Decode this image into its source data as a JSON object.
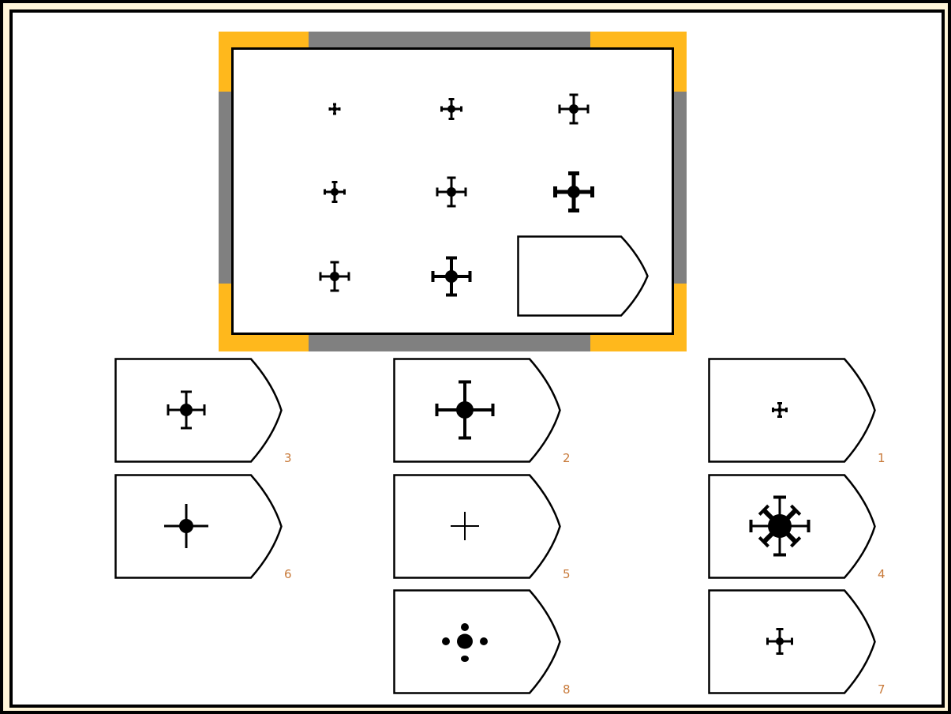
{
  "colors": {
    "matrix_border_gray": "#808080",
    "matrix_corner_orange": "#ffb81c",
    "figure_ink": "#000000",
    "option_number": "#c87a3a",
    "frame_cream": "#fff5d8"
  },
  "matrix": {
    "rows": 3,
    "columns": 3,
    "cells": [
      {
        "figure": "cross-icon",
        "arm": 12,
        "bar": 4,
        "stroke": 3,
        "dot": 3
      },
      {
        "figure": "cross-icon",
        "arm": 25,
        "bar": 7,
        "stroke": 3,
        "dot": 5
      },
      {
        "figure": "cross-icon",
        "arm": 36,
        "bar": 11,
        "stroke": 3,
        "dot": 6
      },
      {
        "figure": "cross-icon",
        "arm": 25,
        "bar": 7,
        "stroke": 3,
        "dot": 5
      },
      {
        "figure": "cross-icon",
        "arm": 36,
        "bar": 11,
        "stroke": 3,
        "dot": 6
      },
      {
        "figure": "cross-icon",
        "arm": 47,
        "bar": 14,
        "stroke": 5,
        "dot": 8
      },
      {
        "figure": "cross-icon",
        "arm": 36,
        "bar": 11,
        "stroke": 3,
        "dot": 6
      },
      {
        "figure": "cross-icon",
        "arm": 47,
        "bar": 14,
        "stroke": 4,
        "dot": 8
      },
      {
        "figure": "blank-answer-slot",
        "empty": true
      }
    ]
  },
  "options": [
    {
      "number": "3",
      "figure": "cross-icon",
      "arm": 46,
      "bar": 14,
      "stroke": 3,
      "dot": 8
    },
    {
      "number": "2",
      "figure": "cross-icon",
      "arm": 71,
      "bar": 16,
      "stroke": 4,
      "dot": 11
    },
    {
      "number": "1",
      "figure": "cross-icon",
      "arm": 17,
      "bar": 6,
      "stroke": 3,
      "dot": 3
    },
    {
      "number": "6",
      "figure": "plain-cross-with-dot-icon",
      "arm": 56,
      "stroke": 3,
      "dot": 9
    },
    {
      "number": "5",
      "figure": "plain-cross-icon",
      "arm": 36,
      "stroke": 2,
      "dot": 0
    },
    {
      "number": "4",
      "figure": "eight-arm-star-icon",
      "arm": 73,
      "bar": 16,
      "stroke": 6,
      "dot": 15
    },
    {
      "number": "8",
      "figure": "dots-pattern-icon",
      "arm": 48,
      "dot": 10
    },
    {
      "number": "7",
      "figure": "cross-icon",
      "arm": 31,
      "bar": 9,
      "stroke": 3,
      "dot": 5
    }
  ]
}
